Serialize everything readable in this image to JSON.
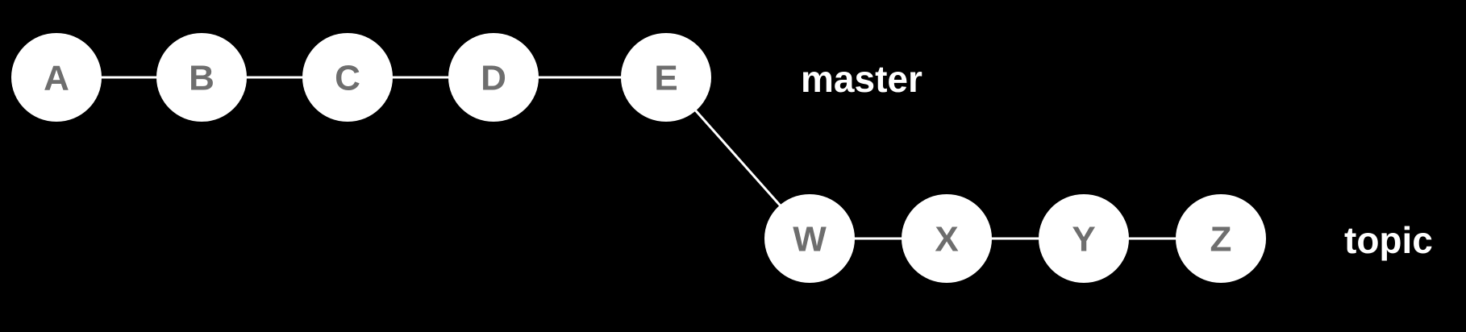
{
  "branches": {
    "master": {
      "label": "master",
      "commits": [
        "A",
        "B",
        "C",
        "D",
        "E"
      ]
    },
    "topic": {
      "label": "topic",
      "commits": [
        "W",
        "X",
        "Y",
        "Z"
      ]
    }
  },
  "colors": {
    "background": "#000000",
    "node_fill": "#ffffff",
    "node_text": "#6e6e6e",
    "edge": "#ffffff",
    "branch_label": "#ffffff"
  }
}
